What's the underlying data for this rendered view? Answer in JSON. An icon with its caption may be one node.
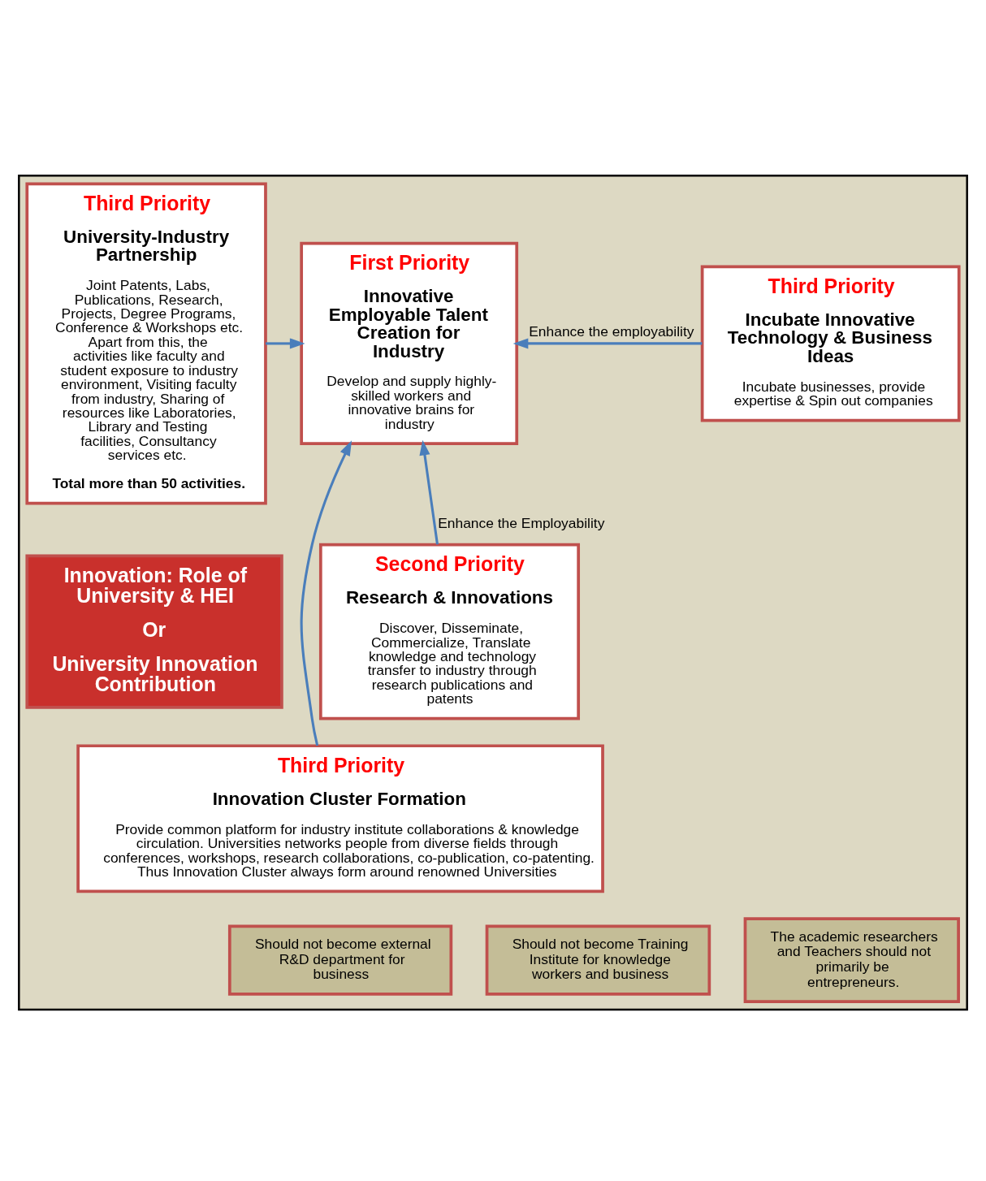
{
  "diagram": {
    "nodes": [
      {
        "text": [],
        "shape": "box"
      },
      {
        "text": [
          "First Priority",
          "Innovative Employable Talent Creation for Industry",
          "Develop and supply highly-skilled workers and innovative brains for industry"
        ],
        "in": 0
      },
      {
        "text": [
          "Third Priority",
          "Incubate Innovative Technology & Business Ideas",
          "Incubate businesses, provide expertise & Spin out companies"
        ],
        "in": 0
      },
      {
        "text": [
          "Third Priority",
          "University-Industry Partnership",
          "Joint Patents, Labs, Publications, Research, Projects, Degree Programs, Conference & Workshops etc.  Apart from this, the activities like faculty and student exposure to industry environment, Visiting faculty from industry, Sharing of resources like Laboratories, Library and Testing facilities, Consultancy services etc.",
          "Total more than 50 activities."
        ],
        "in": 0
      },
      {
        "text": [
          "Innovation: Role of University & HEI",
          "Or",
          "University Innovation Contribution"
        ],
        "in": 0
      },
      {
        "text": [
          "Second Priority",
          "Research & Innovations",
          "Discover, Disseminate, Commercialize, Translate knowledge and technology transfer to industry through research publications and patents"
        ],
        "in": 0
      },
      {
        "text": [
          "Third Priority",
          "Innovation Cluster Formation",
          "Provide common platform for industry institute collaborations & knowledge circulation. Universities networks people from diverse fields through conferences, workshops, research collaborations, co-publication, co-patenting. Thus Innovation Cluster always form around renowned Universities"
        ],
        "in": 0
      },
      {
        "text": [
          "Should not become external R&D department for business"
        ],
        "in": 0
      },
      {
        "text": [
          "Should not become Training Institute for knowledge workers and business"
        ],
        "in": 0
      },
      {
        "text": [
          "The academic researchers and Teachers should not primarily be entrepreneurs."
        ],
        "in": 0
      }
    ],
    "edges": [
      {
        "from": 2,
        "to": 1,
        "arrow": "to",
        "label": "Enhance the employability"
      },
      {
        "from": 3,
        "to": 1,
        "arrow": "to"
      },
      {
        "from": 5,
        "to": 1,
        "arrow": "to",
        "label": "Enhance the Employability"
      },
      {
        "from": 6,
        "to": 1,
        "arrow": "to"
      }
    ]
  }
}
